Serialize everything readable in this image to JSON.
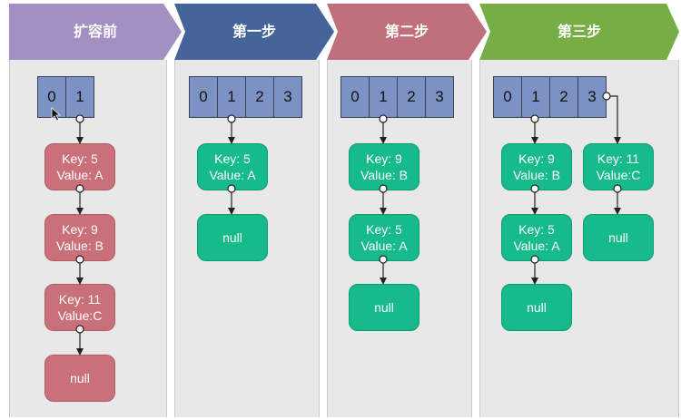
{
  "colors": {
    "header_purple": "#a290c2",
    "header_blue": "#44649a",
    "header_red": "#c0707c",
    "header_green": "#76ad45",
    "node_red": "#c9707a",
    "node_green": "#17ba8a",
    "array_cell": "#7d92c4",
    "column_bg": "#e8e8e8"
  },
  "columns": [
    {
      "title": "扩容前",
      "array": [
        "0",
        "1"
      ],
      "nodes": [
        {
          "key": "Key: 5",
          "value": "Value: A"
        },
        {
          "key": "Key: 9",
          "value": "Value: B"
        },
        {
          "key": "Key: 11",
          "value": "Value:C"
        },
        {
          "text": "null"
        }
      ]
    },
    {
      "title": "第一步",
      "array": [
        "0",
        "1",
        "2",
        "3"
      ],
      "nodes": [
        {
          "key": "Key: 5",
          "value": "Value: A"
        },
        {
          "text": "null"
        }
      ]
    },
    {
      "title": "第二步",
      "array": [
        "0",
        "1",
        "2",
        "3"
      ],
      "nodes": [
        {
          "key": "Key: 9",
          "value": "Value: B"
        },
        {
          "key": "Key: 5",
          "value": "Value: A"
        },
        {
          "text": "null"
        }
      ]
    },
    {
      "title": "第三步",
      "array": [
        "0",
        "1",
        "2",
        "3"
      ],
      "nodes": [
        {
          "key": "Key: 9",
          "value": "Value: B"
        },
        {
          "key": "Key: 5",
          "value": "Value: A"
        },
        {
          "text": "null"
        },
        {
          "key": "Key: 11",
          "value": "Value:C"
        },
        {
          "text": "null"
        }
      ]
    }
  ]
}
